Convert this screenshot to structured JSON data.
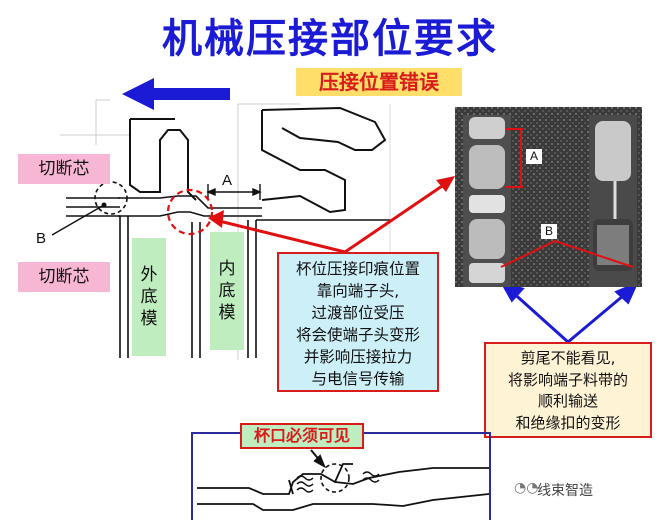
{
  "title": "机械压接部位要求",
  "subtitle": "压接位置错误",
  "labels": {
    "cut_top": "切断芯",
    "cut_bottom": "切断芯",
    "outer_die": [
      "外",
      "底",
      "模"
    ],
    "inner_die": [
      "内",
      "底",
      "模"
    ],
    "marker_a": "A",
    "marker_b": "B",
    "photo_a": "A",
    "photo_b": "B"
  },
  "callout_crimp": [
    "杯位压接印痕位置",
    "靠向端子头,",
    "过渡部位受压",
    "将会使端子头变形",
    "并影响压接拉力",
    "与电信号传输"
  ],
  "callout_tail": [
    "剪尾不能看见,",
    "将影响端子料带的",
    "顺利输送",
    "和绝缘扣的变形"
  ],
  "cup_label": "杯口必须可见",
  "watermark": "线束智造",
  "colors": {
    "title": "#1b1bd6",
    "arrow_blue": "#1b1bd6",
    "arrow_red": "#e01010",
    "pink_box": "#f7b7d4",
    "green_box": "#bfedbf",
    "cyan_box": "#cdeff8",
    "cream_box": "#fff3d6",
    "yellow_box": "#ffdf6a"
  }
}
